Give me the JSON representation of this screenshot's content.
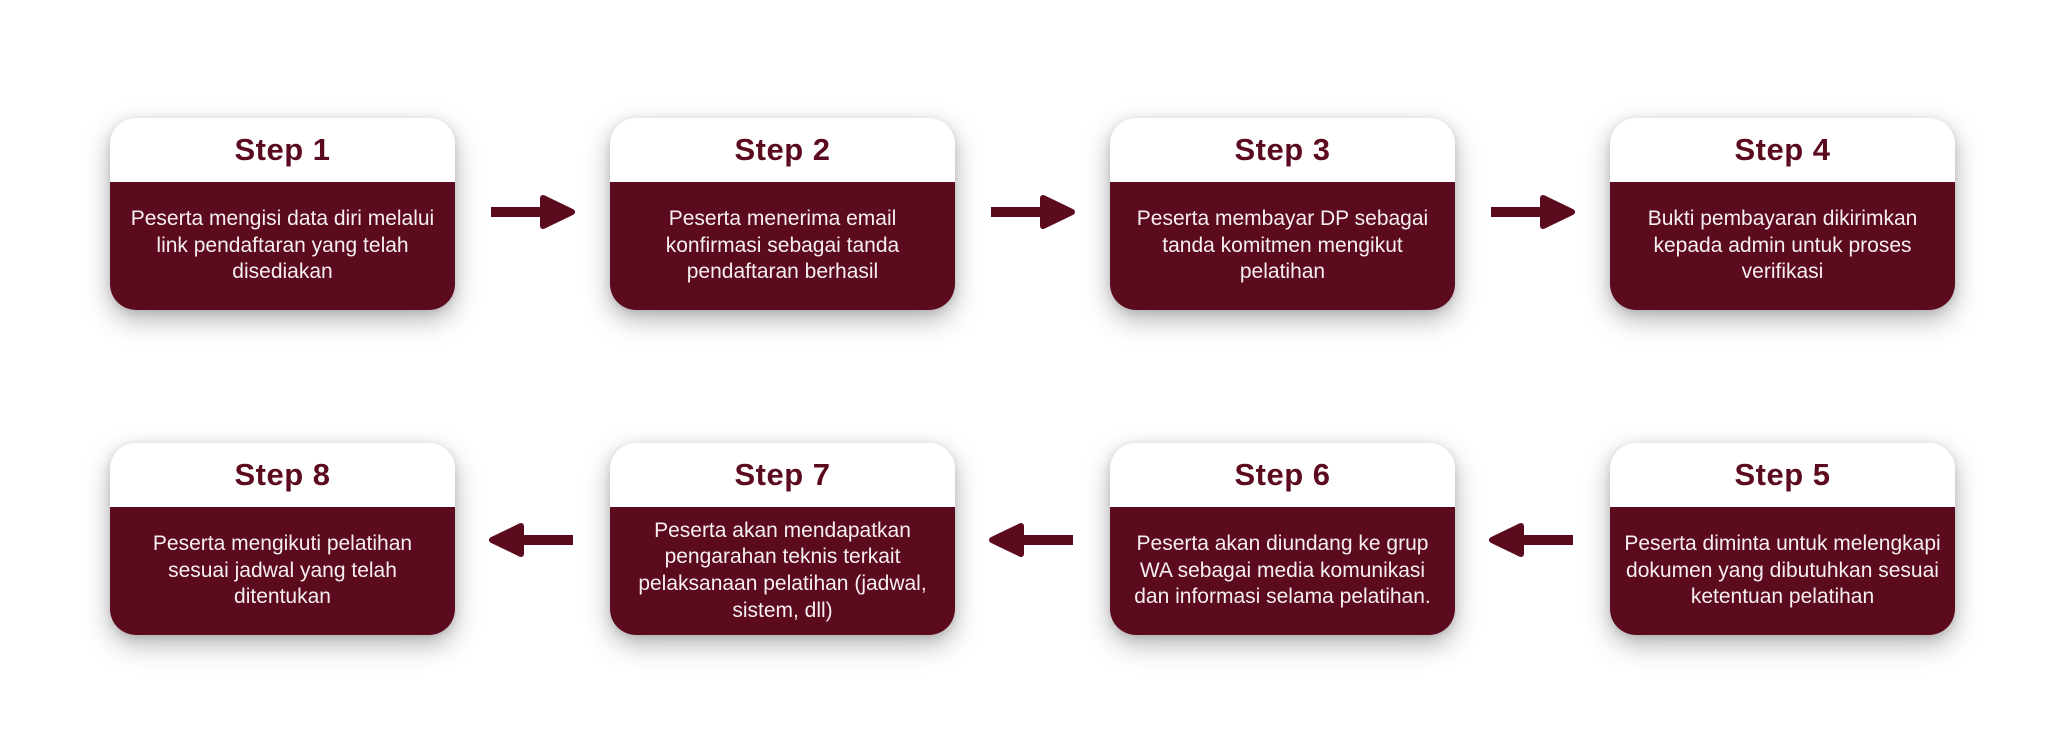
{
  "diagram_type": "process-flow",
  "colors": {
    "background": "#ffffff",
    "maroon": "#5c0a1e",
    "card_header_bg": "#ffffff",
    "card_body_bg": "#5c0a1e",
    "title_text": "#5c0a1e",
    "body_text": "#f6eff1",
    "arrow": "#5c0a1e"
  },
  "icons": {
    "arrow_right": "arrow-right-icon",
    "arrow_left": "arrow-left-icon"
  },
  "rows": [
    {
      "arrow_direction": "right",
      "steps": [
        {
          "title": "Step 1",
          "description": "Peserta mengisi data diri melalui link pendaftaran yang telah disediakan"
        },
        {
          "title": "Step 2",
          "description": "Peserta menerima email konfirmasi sebagai tanda pendaftaran berhasil"
        },
        {
          "title": "Step 3",
          "description": "Peserta membayar DP sebagai tanda komitmen mengikut pelatihan"
        },
        {
          "title": "Step 4",
          "description": "Bukti pembayaran dikirimkan kepada admin untuk proses verifikasi"
        }
      ]
    },
    {
      "arrow_direction": "left",
      "steps": [
        {
          "title": "Step 8",
          "description": "Peserta mengikuti pelatihan sesuai jadwal yang telah ditentukan"
        },
        {
          "title": "Step 7",
          "description": "Peserta akan mendapatkan pengarahan teknis terkait pelaksanaan pelatihan (jadwal, sistem, dll)"
        },
        {
          "title": "Step 6",
          "description": "Peserta akan diundang ke grup WA sebagai media komunikasi dan informasi selama pelatihan."
        },
        {
          "title": "Step 5",
          "description": "Peserta diminta untuk melengkapi dokumen yang dibutuhkan sesuai ketentuan pelatihan"
        }
      ]
    }
  ]
}
